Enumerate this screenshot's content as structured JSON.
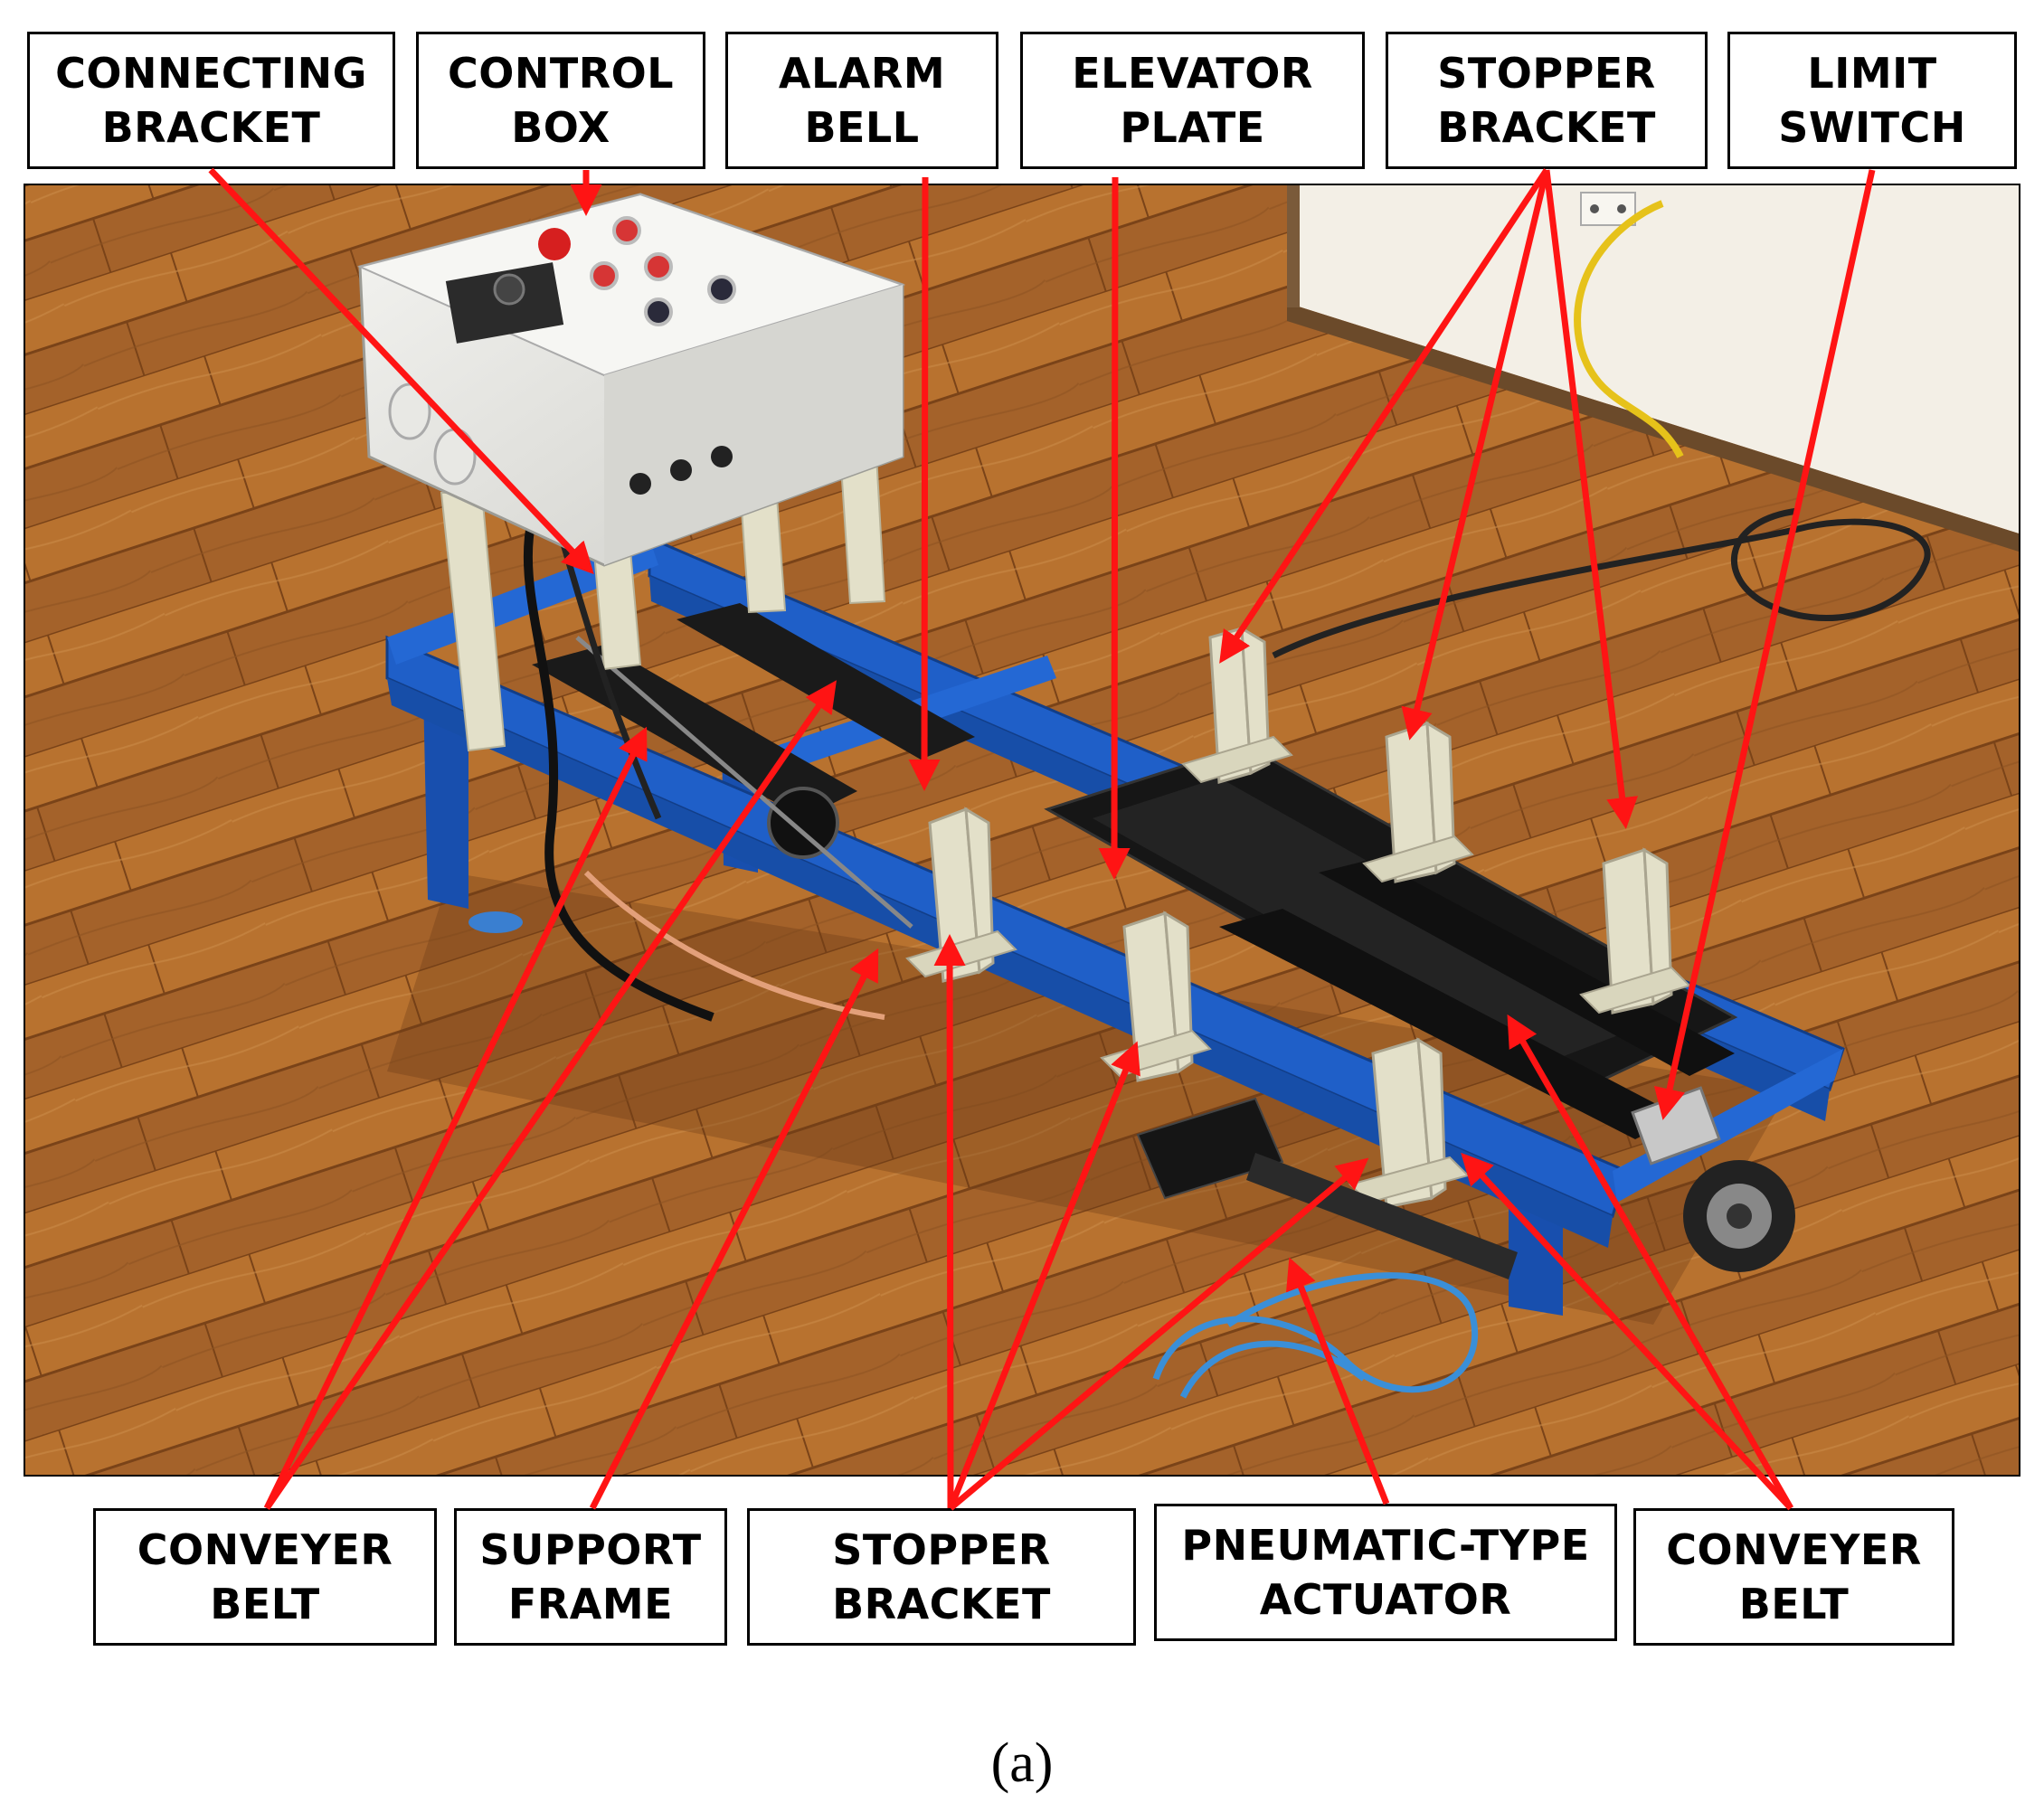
{
  "labels": {
    "top": [
      {
        "id": "connecting-bracket",
        "text": "CONNECTING\nBRACKET"
      },
      {
        "id": "control-box",
        "text": "CONTROL\nBOX"
      },
      {
        "id": "alarm-bell",
        "text": "ALARM\nBELL"
      },
      {
        "id": "elevator-plate",
        "text": "ELEVATOR\nPLATE"
      },
      {
        "id": "stopper-bracket-top",
        "text": "STOPPER\nBRACKET"
      },
      {
        "id": "limit-switch",
        "text": "LIMIT\nSWITCH"
      }
    ],
    "bottom": [
      {
        "id": "conveyer-belt-left",
        "text": "CONVEYER\nBELT"
      },
      {
        "id": "support-frame",
        "text": "SUPPORT\nFRAME"
      },
      {
        "id": "stopper-bracket-bottom",
        "text": "STOPPER\nBRACKET"
      },
      {
        "id": "pneumatic-type-actuator",
        "text": "PNEUMATIC-TYPE\nACTUATOR"
      },
      {
        "id": "conveyer-belt-right",
        "text": "CONVEYER\nBELT"
      }
    ]
  },
  "caption": "(a)",
  "colors": {
    "arrow": "#ff1414",
    "frame": "#1f5fc8",
    "floor": "#b06a2c",
    "wall": "#f3efe6",
    "bracket": "#e3e0c9",
    "control_box": "#e8e8e4",
    "belt": "#1a1a1a"
  }
}
